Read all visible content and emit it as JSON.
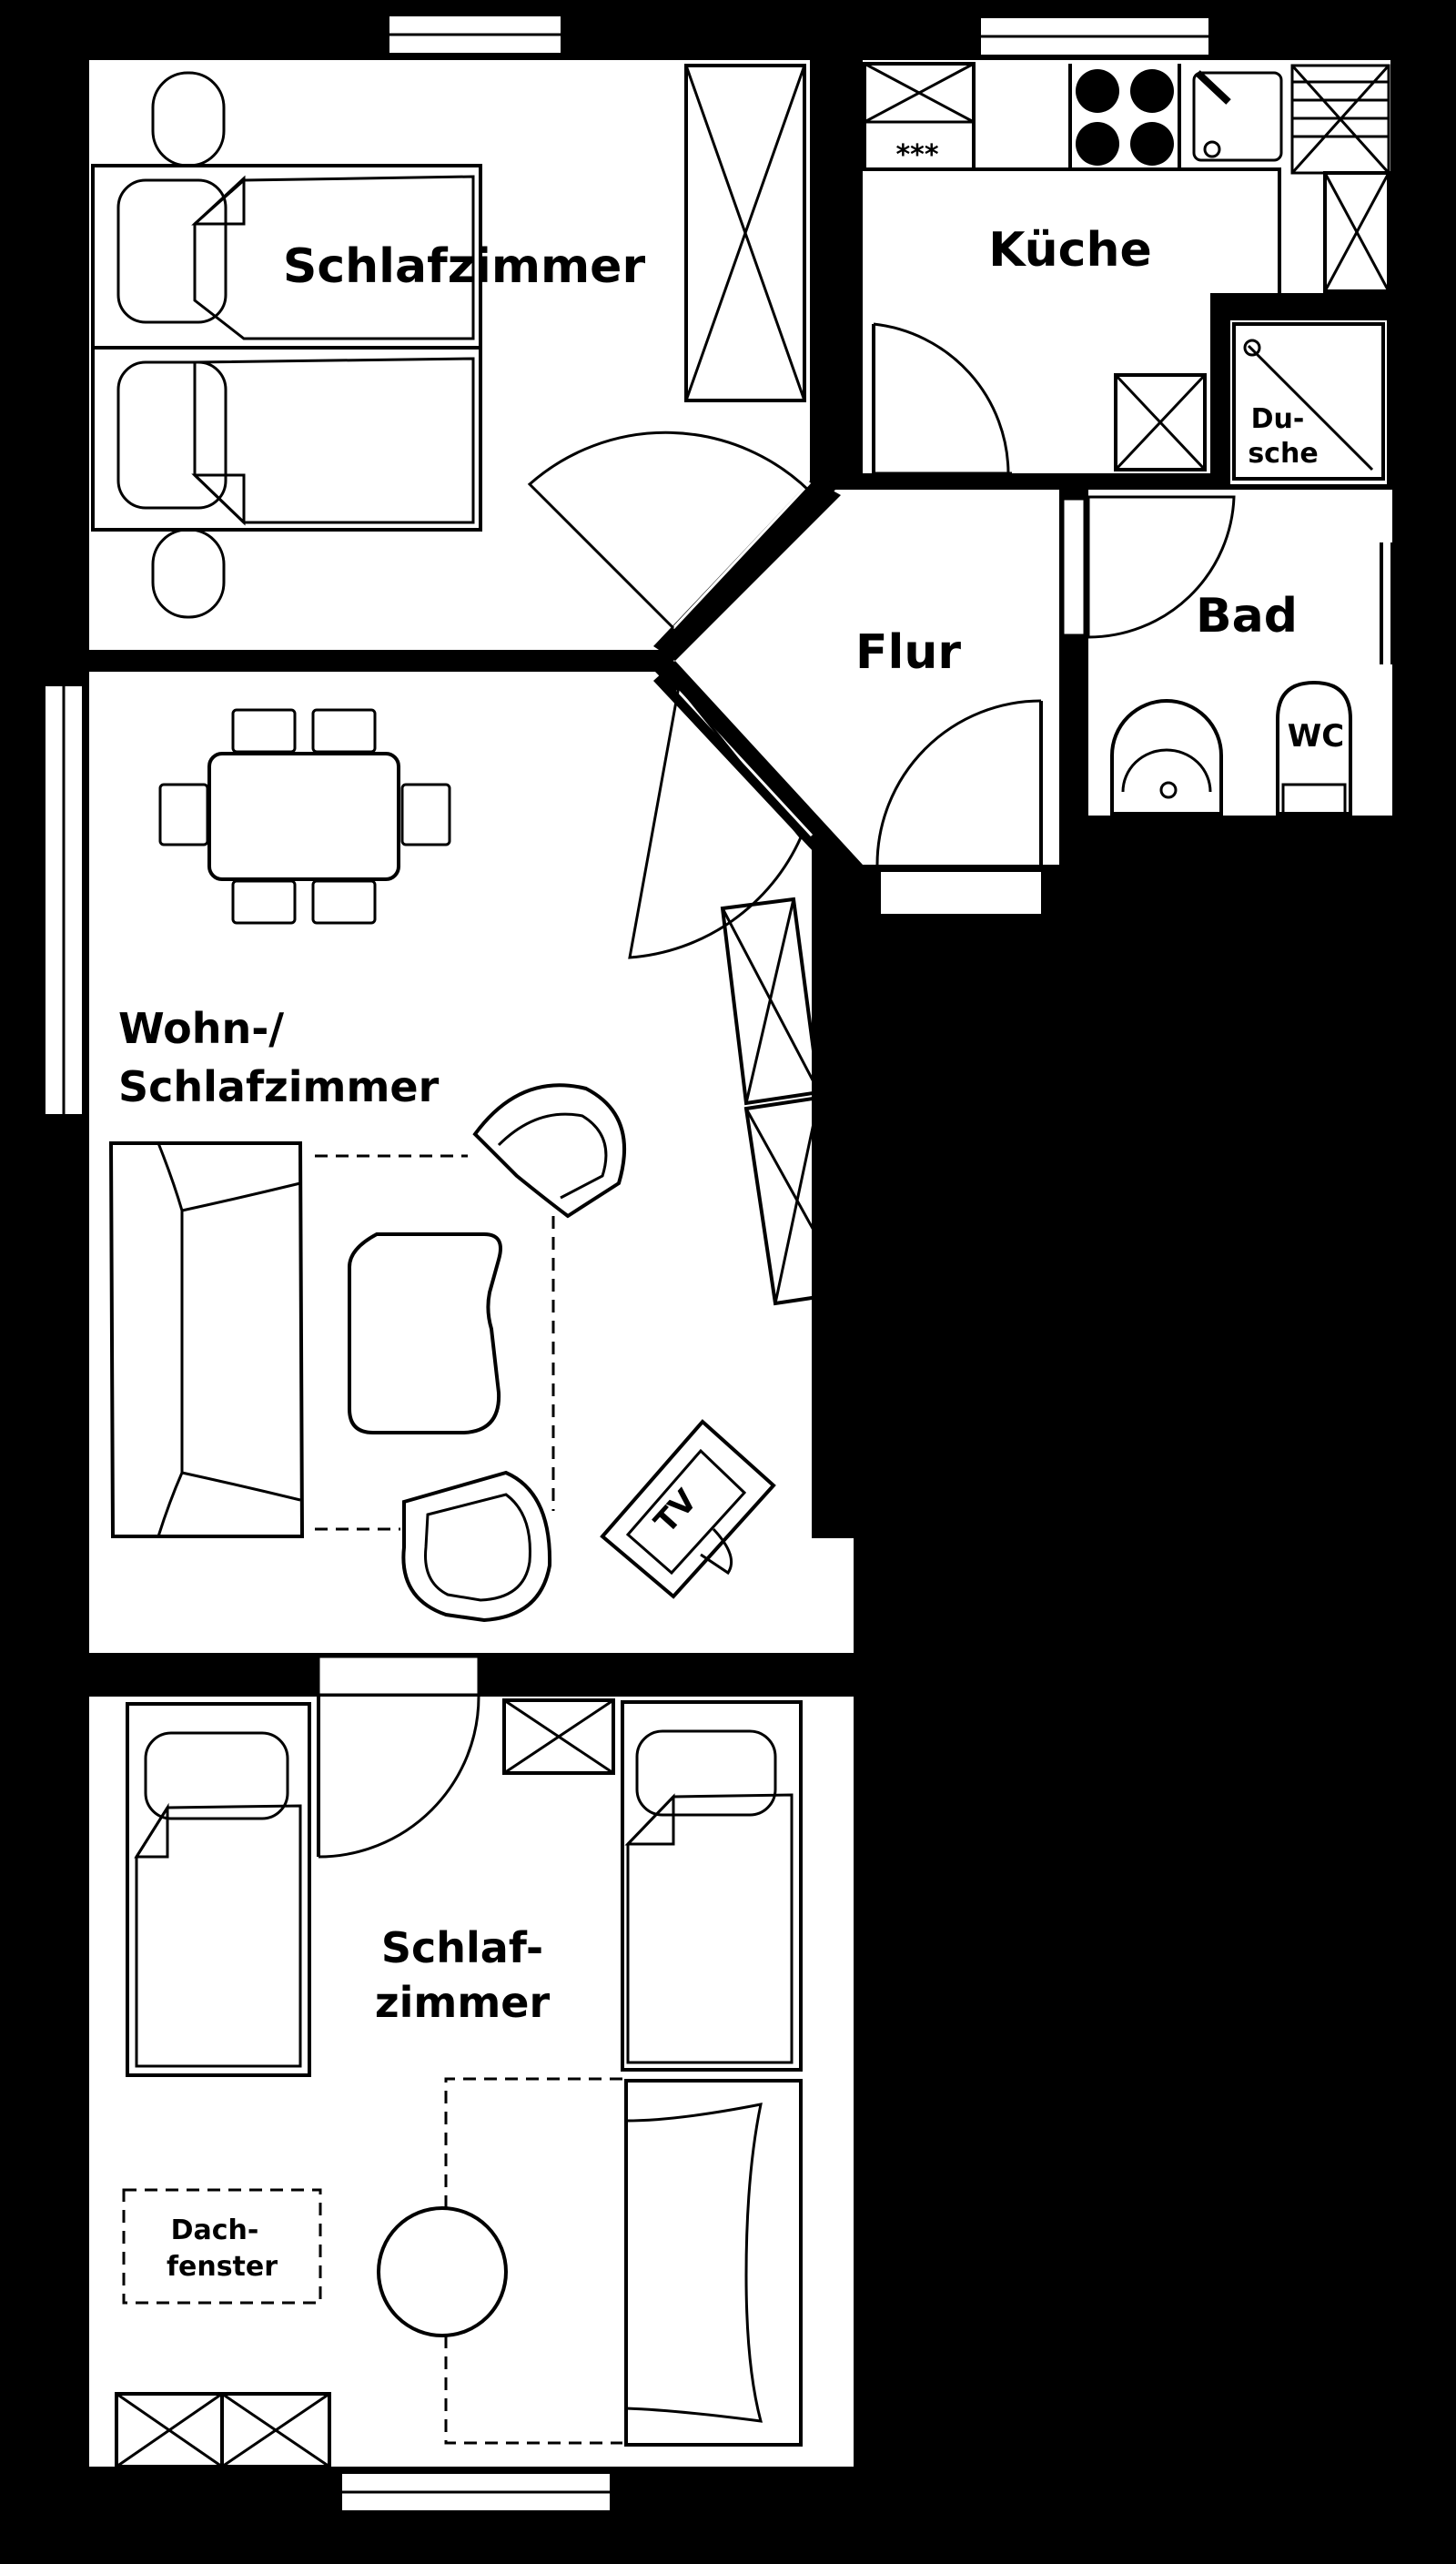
{
  "rooms": {
    "schlafzimmer_1": "Schlafzimmer",
    "kueche": "Küche",
    "dusche_1": "Du-",
    "dusche_2": "sche",
    "bad": "Bad",
    "wc": "WC",
    "flur": "Flur",
    "wohn_1": "Wohn-/",
    "wohn_2": "Schlafzimmer",
    "schlaf2_1": "Schlaf-",
    "schlaf2_2": "zimmer",
    "dachfenster_1": "Dach-",
    "dachfenster_2": "fenster",
    "tv": "TV",
    "freezer_mark": "***"
  }
}
